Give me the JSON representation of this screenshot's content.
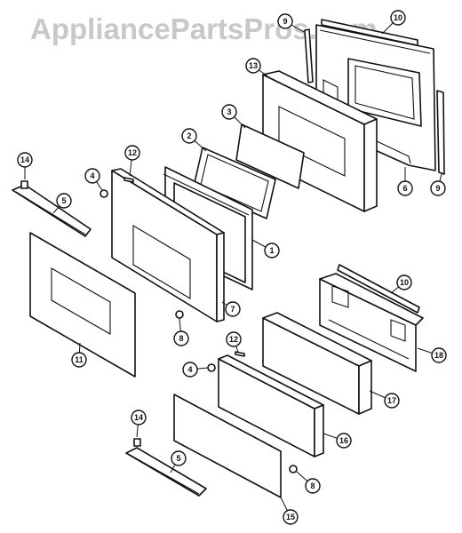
{
  "watermark": "AppliancePartsPros.com",
  "callouts": [
    {
      "id": "c1",
      "label": "1"
    },
    {
      "id": "c2",
      "label": "2"
    },
    {
      "id": "c3",
      "label": "3"
    },
    {
      "id": "c4a",
      "label": "4"
    },
    {
      "id": "c4b",
      "label": "4"
    },
    {
      "id": "c5a",
      "label": "5"
    },
    {
      "id": "c5b",
      "label": "5"
    },
    {
      "id": "c6",
      "label": "6"
    },
    {
      "id": "c7",
      "label": "7"
    },
    {
      "id": "c8a",
      "label": "8"
    },
    {
      "id": "c8b",
      "label": "8"
    },
    {
      "id": "c9a",
      "label": "9"
    },
    {
      "id": "c9b",
      "label": "9"
    },
    {
      "id": "c10a",
      "label": "10"
    },
    {
      "id": "c10b",
      "label": "10"
    },
    {
      "id": "c11",
      "label": "11"
    },
    {
      "id": "c12a",
      "label": "12"
    },
    {
      "id": "c12b",
      "label": "12"
    },
    {
      "id": "c13",
      "label": "13"
    },
    {
      "id": "c14a",
      "label": "14"
    },
    {
      "id": "c14b",
      "label": "14"
    },
    {
      "id": "c15",
      "label": "15"
    },
    {
      "id": "c16",
      "label": "16"
    },
    {
      "id": "c17",
      "label": "17"
    },
    {
      "id": "c18",
      "label": "18"
    }
  ]
}
